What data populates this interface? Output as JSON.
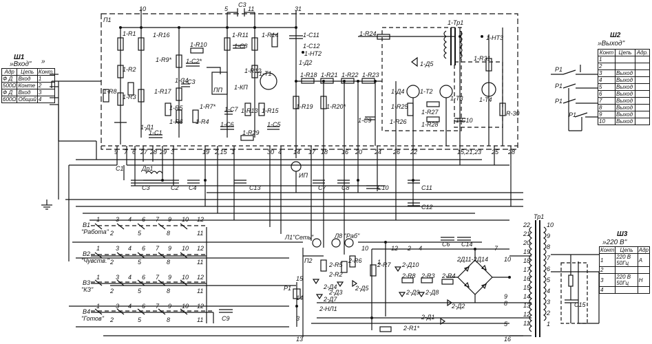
{
  "connector_w1": {
    "designator": "Ш1",
    "title": "»Вход\"",
    "quote_mark": "»",
    "headers": [
      "Адр",
      "Цепь",
      "Конт."
    ],
    "rows": [
      [
        "Ф Д",
        "Вход",
        "1"
      ],
      [
        "500Ω",
        "Конте",
        "2"
      ],
      [
        "Ф Д",
        "Вход",
        "3"
      ],
      [
        "600Ω",
        "Общий",
        "4"
      ]
    ]
  },
  "connector_w2": {
    "designator": "Ш2",
    "title": "»Выход\"",
    "headers": [
      "Конт",
      "Цепь",
      "Адр."
    ],
    "rows": [
      [
        "1",
        "",
        ""
      ],
      [
        "2",
        "",
        ""
      ],
      [
        "3",
        "Выход",
        ""
      ],
      [
        "4",
        "Выход",
        ""
      ],
      [
        "5",
        "Выход",
        ""
      ],
      [
        "6",
        "Выход",
        ""
      ],
      [
        "7",
        "Выход",
        ""
      ],
      [
        "8",
        "Выход",
        ""
      ],
      [
        "9",
        "Выход",
        ""
      ],
      [
        "10",
        "Выход",
        ""
      ]
    ],
    "relays": [
      "Р1",
      "Р1",
      "Р1",
      "Р1"
    ]
  },
  "connector_w3": {
    "designator": "Ш3",
    "title": "»220 В\"",
    "headers": [
      "Конт",
      "Цепь",
      "Адр"
    ],
    "rows": [
      [
        "1",
        "220 В 50Гц",
        "А"
      ],
      [
        "2",
        "",
        ""
      ],
      [
        "3",
        "220 В 50Гц",
        "Н"
      ],
      [
        "4",
        "",
        ""
      ]
    ]
  },
  "block": {
    "label": "П1"
  },
  "top_pins": [
    "10",
    "5",
    "С3",
    "11",
    "31"
  ],
  "bottom_pins": [
    "9",
    "7",
    "6",
    "27",
    "28",
    "29",
    "3",
    "19",
    "2,15",
    "1",
    "30",
    "4",
    "14",
    "17",
    "18",
    "16",
    "20",
    "24",
    "26",
    "22",
    "15,21,23",
    "25",
    "28"
  ],
  "components": {
    "resistors": [
      "1-R1",
      "1-R2",
      "1-R3",
      "1-R8",
      "1-R16",
      "1-R9*",
      "1-R10",
      "1-R17",
      "1-R5",
      "1-R6",
      "1-R7*",
      "1-R4",
      "1-R11",
      "1-R12",
      "1-R13",
      "1-R15",
      "1-R14",
      "1-R24",
      "1-R18",
      "1-R19",
      "1-R20*",
      "1-R21",
      "1-R22",
      "1-R23",
      "1-R25",
      "1-R26",
      "1-R27",
      "1-R28",
      "1-R29",
      "1-R31",
      "R-30"
    ],
    "capacitors": [
      "1-С1",
      "1-С2*",
      "1-С3",
      "1-С4",
      "1-С5",
      "1-С6",
      "1-С7",
      "1-С8",
      "1-С9",
      "1-С10",
      "1-С11",
      "1-С12"
    ],
    "diodes": [
      "1-Д1",
      "1-Д2",
      "1-Д4",
      "1-Д5"
    ],
    "transistors": [
      "1-Т1",
      "1-Т2",
      "1-Т3",
      "1-Т4"
    ],
    "other": [
      "1-КП",
      "ПП",
      "1-НТ2",
      "1-НТ3",
      "1-Тр1"
    ]
  },
  "lower_caps": [
    "С1",
    "С2",
    "С3",
    "С4",
    "С13",
    "С7",
    "С8",
    "С10",
    "С11",
    "С12"
  ],
  "switches": [
    {
      "id": "В1",
      "name": "\"Работа\"",
      "top": [
        "1",
        "3",
        "4",
        "6",
        "7",
        "9",
        "10",
        "12"
      ],
      "bottom": [
        "2",
        "5",
        "8",
        "11"
      ]
    },
    {
      "id": "В2",
      "name": "\"Чувств.\"",
      "top": [
        "1",
        "3",
        "4",
        "6",
        "7",
        "9",
        "10",
        "12"
      ],
      "bottom": [
        "2",
        "5",
        "8",
        "11"
      ]
    },
    {
      "id": "В3",
      "name": "\"КЗ\"",
      "top": [
        "1",
        "3",
        "4",
        "6",
        "7",
        "9",
        "10",
        "12"
      ],
      "bottom": [
        "2",
        "5",
        "8",
        "11"
      ]
    },
    {
      "id": "В4",
      "name": "\"Готов\"",
      "top": [
        "1",
        "3",
        "4",
        "6",
        "7",
        "9",
        "10",
        "12"
      ],
      "bottom": [
        "2",
        "5",
        "8",
        "11"
      ]
    }
  ],
  "misc": {
    "dr1": "Др1",
    "ip": "ИП",
    "lamp_net": "Л1\"Сеть\"",
    "lamp_work": "Л8 \"Раб\"",
    "c9": "С9",
    "relay_p1": "Р1",
    "p2": "П2"
  },
  "power_block": {
    "resistors": [
      "2-R5",
      "2-R6",
      "2-R7",
      "2-R8",
      "2-R3",
      "2-R4",
      "2-R1*",
      "2-R2"
    ],
    "diodes": [
      "2-Д4",
      "2-Д7",
      "2-Д3",
      "2-Д5",
      "2-Д10",
      "2-Д9",
      "2-Д8",
      "2-Д1",
      "2-Д2",
      "2Д11-2Д14"
    ],
    "lamps": [
      "2-НЛ1"
    ],
    "caps": [
      "С6",
      "С14",
      "С15"
    ],
    "pin_labels": [
      "15",
      "14",
      "10",
      "12",
      "2",
      "4",
      "7",
      "10",
      "9",
      "8",
      "3",
      "5",
      "13",
      "16",
      "1"
    ]
  },
  "transformer": {
    "label": "Тр1",
    "left_pins": [
      "22",
      "21",
      "20",
      "19",
      "18",
      "17",
      "16",
      "15",
      "14",
      "13",
      "12",
      "11"
    ],
    "right_pins": [
      "10",
      "9",
      "8",
      "7",
      "6",
      "5",
      "4",
      "3",
      "2",
      "1"
    ]
  },
  "colors": {
    "ink": "#111111",
    "paper": "#ffffff"
  }
}
